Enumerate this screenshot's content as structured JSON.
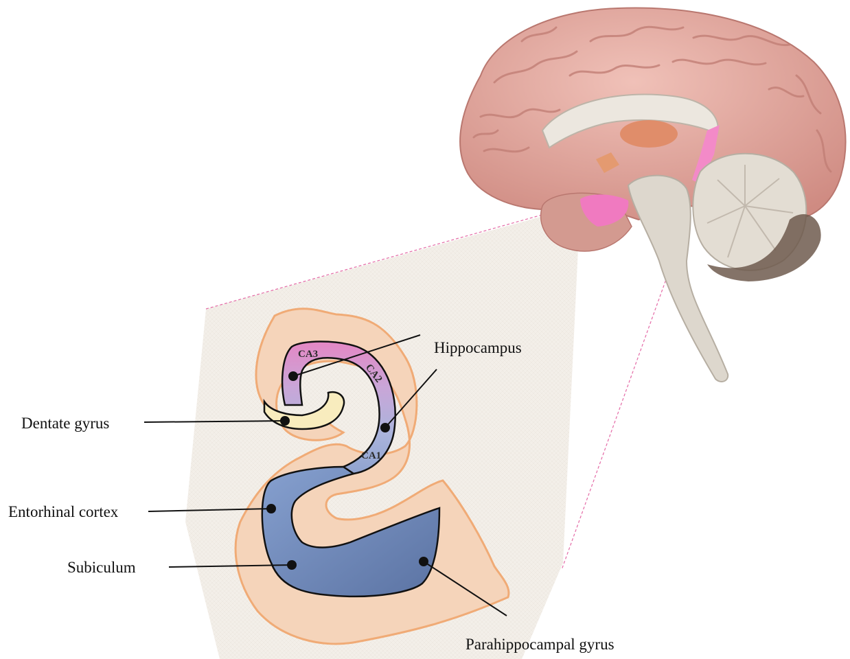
{
  "labels": {
    "hippocampus": "Hippocampus",
    "dentate_gyrus": "Dentate gyrus",
    "entorhinal_cortex": "Entorhinal cortex",
    "subiculum": "Subiculum",
    "parahippocampal_gyrus": "Parahippocampal gyrus"
  },
  "subfields": {
    "ca3": "CA3",
    "ca2": "CA2",
    "ca1": "CA1"
  },
  "colors": {
    "cortex_pink": "#e9b0a6",
    "hippocampus_highlight": "#f07ac0",
    "thalamus_orange": "#e09070",
    "brainstem_gray": "#dcd6cc",
    "cerebellum_gray": "#e2ddd3",
    "zoom_panel": "#f1ece6",
    "gyrus_outline": "#f0a870",
    "gyrus_fill": "#f6d2b6",
    "ca3_pink": "#e08ac6",
    "ca2_purple": "#c4a6d8",
    "ca1_lavender": "#a9b4dc",
    "entorhinal_blue": "#7f97c6",
    "parahippocampal_blue": "#5f78a6",
    "dentate_cream": "#f8ecbc"
  }
}
